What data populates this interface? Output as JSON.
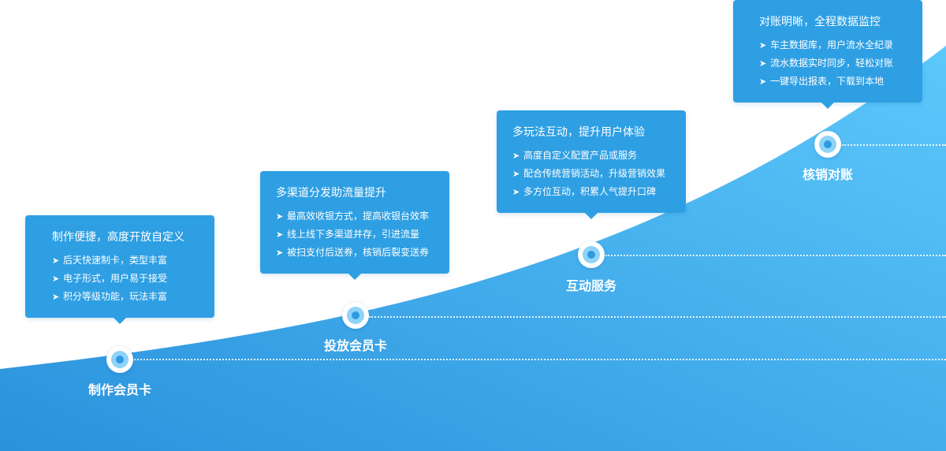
{
  "steps": [
    {
      "label": "制作会员卡",
      "title": "制作便捷，高度开放自定义",
      "items": [
        "后天快速制卡，类型丰富",
        "电子形式，用户易于接受",
        "积分等级功能，玩法丰富"
      ]
    },
    {
      "label": "投放会员卡",
      "title": "多渠道分发助流量提升",
      "items": [
        "最高效收银方式，提高收银台效率",
        "线上线下多渠道并存，引进流量",
        "被扫支付后送券，核销后裂变送券"
      ]
    },
    {
      "label": "互动服务",
      "title": "多玩法互动，提升用户体验",
      "items": [
        "高度自定义配置产品或服务",
        "配合传统营销活动，升级营销效果",
        "多方位互动，积累人气提升口碑"
      ]
    },
    {
      "label": "核销对账",
      "title": "对账明晰，全程数据监控",
      "items": [
        "车主数据库，用户流水全纪录",
        "流水数据实时同步，轻松对账",
        "一键导出报表，下载到本地"
      ]
    }
  ],
  "bullet_symbol": "➤",
  "colors": {
    "card": "#2e9fe3",
    "area_start": "#2a92dc",
    "area_end": "#5dc8fb",
    "node_ring": "#8fd3f9",
    "node_dot": "#2f9ae0"
  }
}
